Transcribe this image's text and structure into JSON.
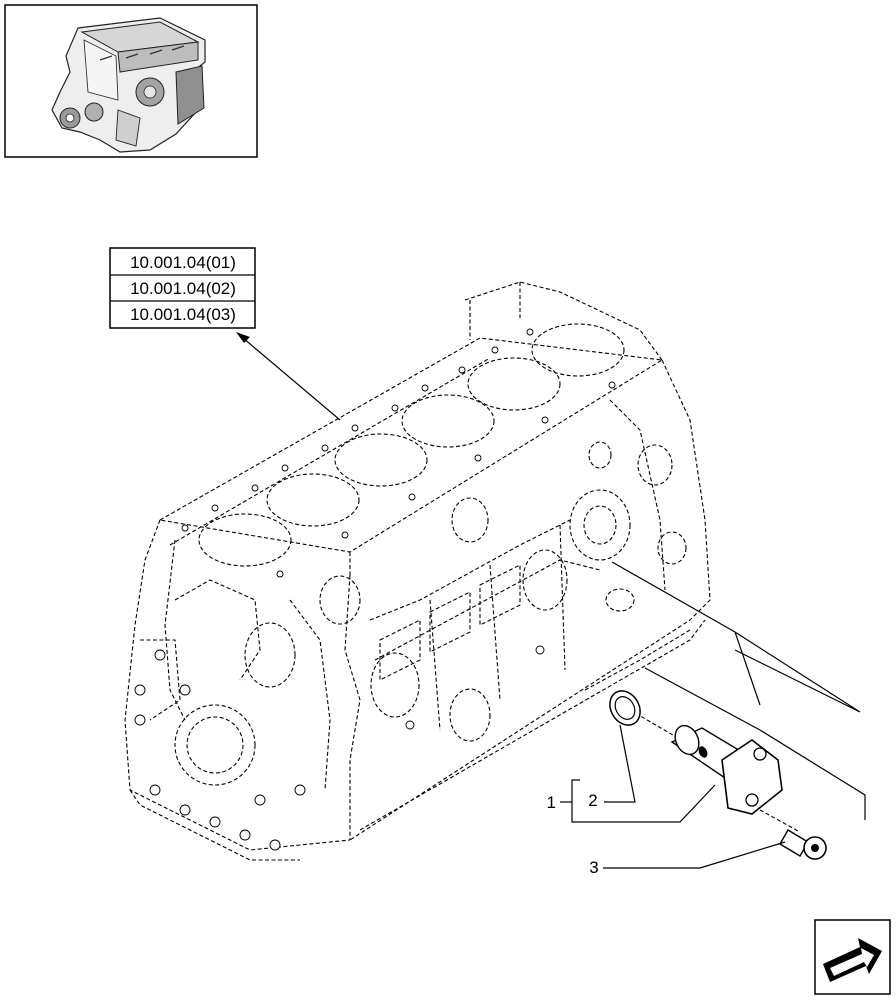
{
  "reference_boxes": [
    "10.001.04(01)",
    "10.001.04(02)",
    "10.001.04(03)"
  ],
  "callouts": {
    "group": "1",
    "seal_ring": "2",
    "screw": "3"
  },
  "icons": {
    "thumbnail": "engine-thumbnail-icon",
    "navigation": "next-page-arrow-icon"
  }
}
